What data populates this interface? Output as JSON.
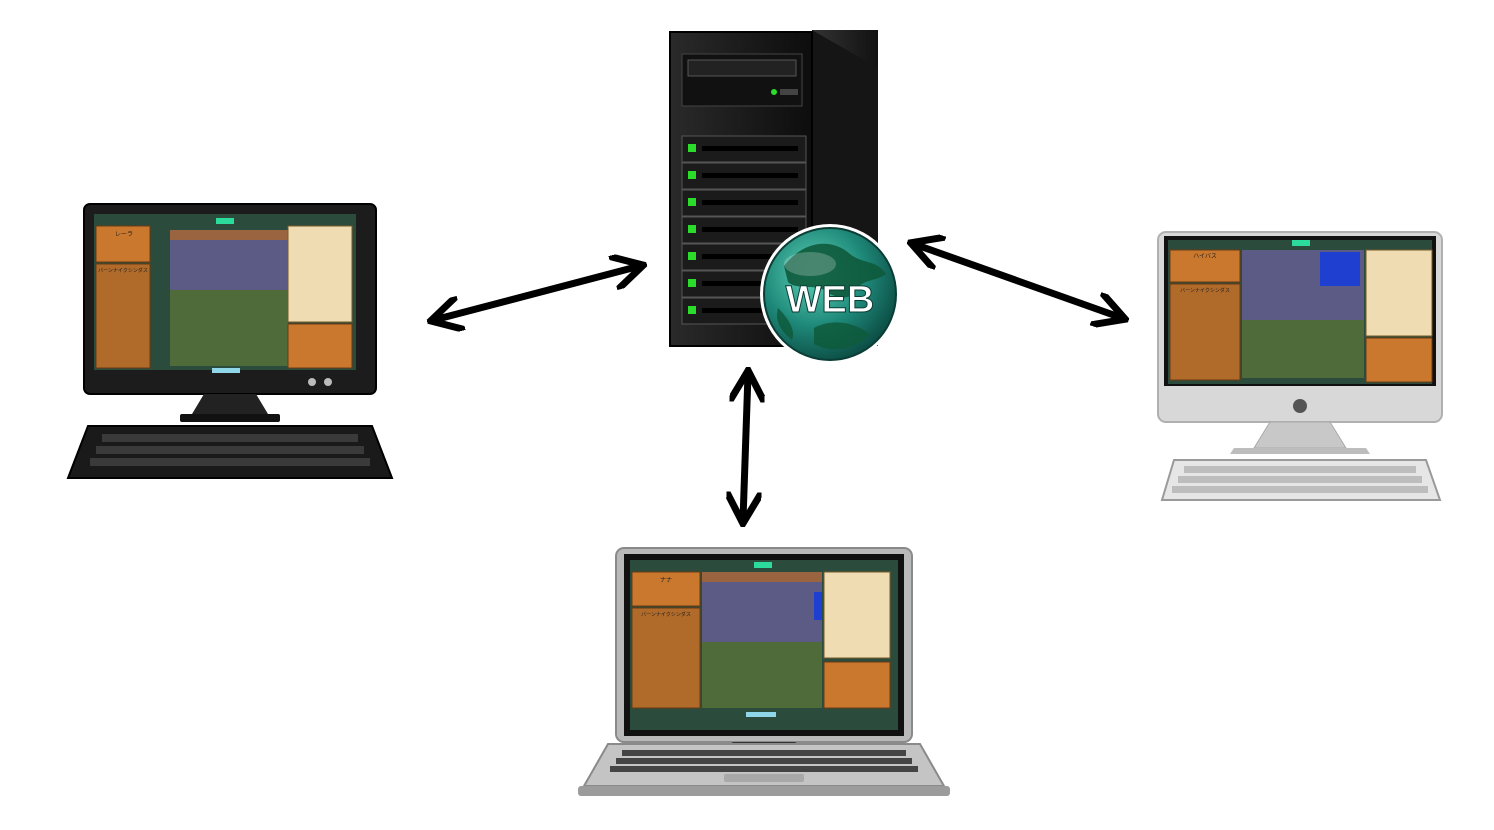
{
  "server": {
    "globe_label": "WEB"
  },
  "clients": [
    {
      "id": "desktop-black",
      "screen_title": "レーラ",
      "panel_title": "バーンナイクシンダス"
    },
    {
      "id": "imac-silver",
      "screen_title": "ハイバス",
      "panel_title": "バーンナイクシンダス"
    },
    {
      "id": "laptop",
      "screen_title": "ナナ",
      "panel_title": "バーンナイクシンダス"
    }
  ],
  "colors": {
    "arrow": "#000000",
    "server_body": "#1a1a1a",
    "server_led": "#2bdc2b",
    "globe_ocean": "#1f8a7a",
    "globe_land": "#0e5a3c",
    "wood": "#c9782e",
    "parchment": "#efdcb2",
    "game_floor": "#4f6b3a",
    "game_wall": "#5b5b86",
    "game_brick": "#9a6440"
  }
}
